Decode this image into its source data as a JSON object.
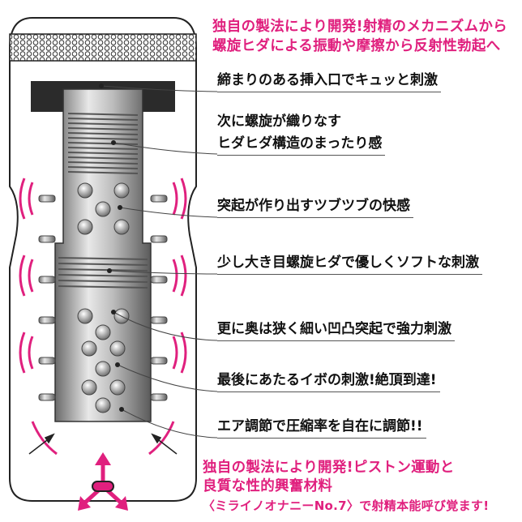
{
  "header": {
    "line1": "独自の製法により開発!射精のメカニズムから",
    "line2": "螺旋ヒダによる振動や摩擦から反射性勃起へ"
  },
  "labels": [
    {
      "lines": [
        "締まりのある挿入口でキュッと刺激"
      ]
    },
    {
      "lines": [
        "次に螺旋が織りなす",
        "ヒダヒダ構造のまったり感"
      ]
    },
    {
      "lines": [
        "突起が作り出すツブツブの快感"
      ]
    },
    {
      "lines": [
        "少し大き目螺旋ヒダで優しくソフトな刺激"
      ]
    },
    {
      "lines": [
        "更に奥は狭く細い凹凸突起で強力刺激"
      ]
    },
    {
      "lines": [
        "最後にあたるイボの刺激!絶頂到達!"
      ]
    },
    {
      "lines": [
        "エア調節で圧縮率を自在に調節!!"
      ]
    }
  ],
  "footer": {
    "line1": "独自の製法により開発!ピストン運動と",
    "line2": "良質な性的興奮材料",
    "line3": "〈ミライノオナニーNo.7〉で射精本能呼び覚ます!"
  },
  "colors": {
    "accent": "#e0207e",
    "text": "#111111",
    "outline": "#222222"
  }
}
